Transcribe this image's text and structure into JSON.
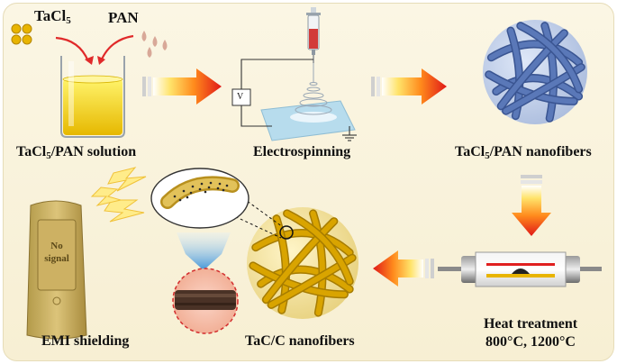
{
  "labels": {
    "tacl5_main": "TaCl",
    "tacl5_sub": "5",
    "pan": "PAN",
    "solution_main": "TaCl",
    "solution_sub": "5",
    "solution_rest": "/PAN solution",
    "electrospinning": "Electrospinning",
    "nanofibers_main": "TaCl",
    "nanofibers_sub": "5",
    "nanofibers_rest": "/PAN nanofibers",
    "heat_line1": "Heat treatment",
    "heat_line2": "800°C, 1200°C",
    "tac_c": "TaC/C nanofibers",
    "emi": "EMI shielding",
    "voltage": "V",
    "no_signal_1": "No",
    "no_signal_2": "signal"
  },
  "colors": {
    "gold": "#e8b400",
    "fiber_blue": "#5a78b8",
    "fiber_gold": "#d9a400",
    "arrow_red": "#e02020",
    "arrow_yellow": "#ffd200"
  },
  "icons": [
    "tacl5-particles-icon",
    "pan-drops-icon",
    "beaker-icon",
    "syringe-icon",
    "voltage-icon",
    "ground-icon",
    "fiber-ball-icon",
    "tube-furnace-icon",
    "device-icon",
    "signal-bolt-icon",
    "magnified-fiber-icon",
    "cross-section-icon",
    "down-arrow-icon"
  ]
}
